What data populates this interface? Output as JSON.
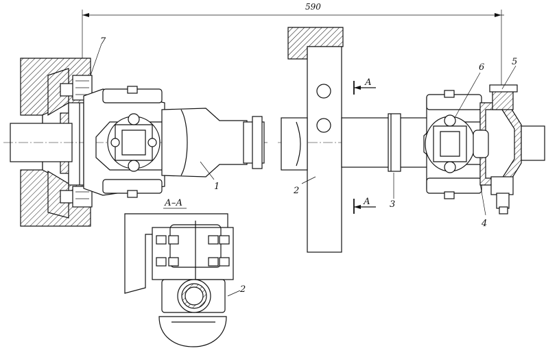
{
  "drawing": {
    "dimension_label": "590",
    "section_title": "А–А",
    "section_marker_letter": "А",
    "part_labels": {
      "p1": "1",
      "p2": "2",
      "p3": "3",
      "p4": "4",
      "p5": "5",
      "p6": "6",
      "p7": "7"
    }
  }
}
